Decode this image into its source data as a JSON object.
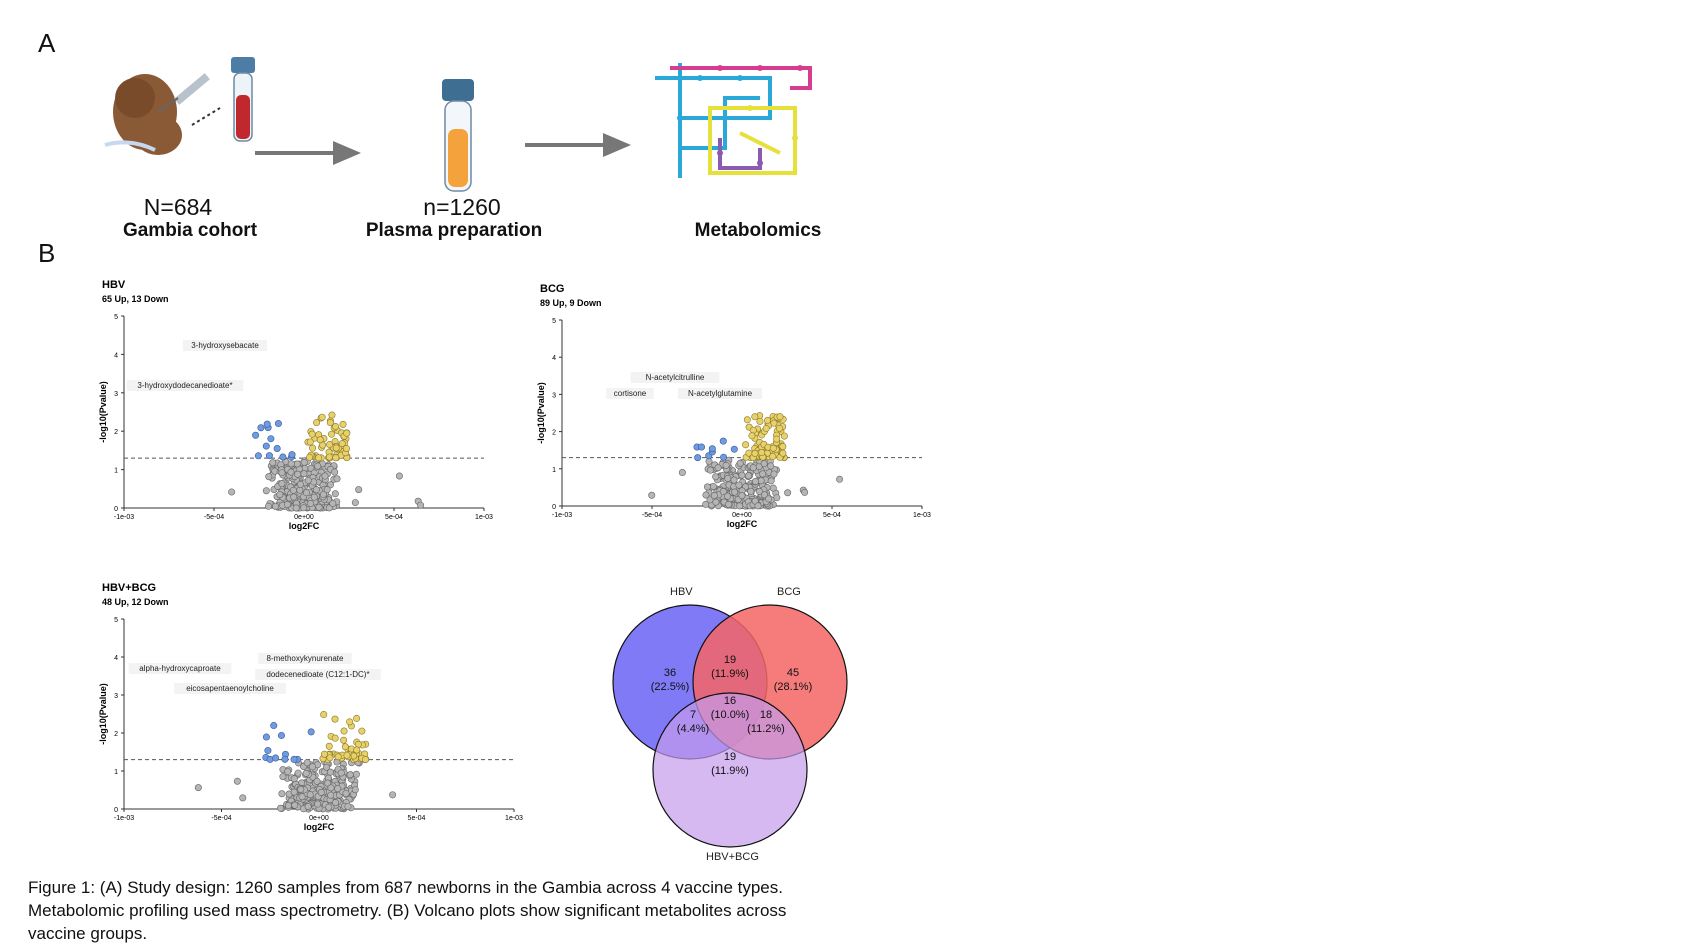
{
  "panel_a": {
    "letter": "A",
    "steps": [
      {
        "count": "N=684",
        "label": "Gambia cohort"
      },
      {
        "count": "n=1260",
        "label": "Plasma preparation"
      },
      {
        "count": "",
        "label": "Metabolomics"
      }
    ]
  },
  "panel_b": {
    "letter": "B"
  },
  "chart_data": [
    {
      "type": "scatter",
      "title": "HBV",
      "subtitle": "65 Up, 13 Down",
      "xlabel": "log2FC",
      "ylabel": "-log10(Pvalue)",
      "xlim": [
        -0.001,
        0.001
      ],
      "ylim": [
        0,
        5
      ],
      "xticks": [
        "-1e-03",
        "-5e-04",
        "0e+00",
        "5e-04",
        "1e-03"
      ],
      "yticks": [
        "0",
        "1",
        "2",
        "3",
        "4",
        "5"
      ],
      "threshold": 1.3,
      "annotations": [
        "3-hydroxysebacate",
        "3-hydroxydodecanedioate*"
      ],
      "up": 65,
      "down": 13
    },
    {
      "type": "scatter",
      "title": "BCG",
      "subtitle": "89 Up, 9 Down",
      "xlabel": "log2FC",
      "ylabel": "-log10(Pvalue)",
      "xlim": [
        -0.001,
        0.001
      ],
      "ylim": [
        0,
        5
      ],
      "xticks": [
        "-1e-03",
        "-5e-04",
        "0e+00",
        "5e-04",
        "1e-03"
      ],
      "yticks": [
        "0",
        "1",
        "2",
        "3",
        "4",
        "5"
      ],
      "threshold": 1.3,
      "annotations": [
        "N-acetylcitrulline",
        "cortisone",
        "N-acetylglutamine"
      ],
      "up": 89,
      "down": 9
    },
    {
      "type": "scatter",
      "title": "HBV+BCG",
      "subtitle": "48 Up, 12 Down",
      "xlabel": "log2FC",
      "ylabel": "-log10(Pvalue)",
      "xlim": [
        -0.001,
        0.001
      ],
      "ylim": [
        0,
        5
      ],
      "xticks": [
        "-1e-03",
        "-5e-04",
        "0e+00",
        "5e-04",
        "1e-03"
      ],
      "yticks": [
        "0",
        "1",
        "2",
        "3",
        "4",
        "5"
      ],
      "threshold": 1.3,
      "annotations": [
        "8-methoxykynurenate",
        "alpha-hydroxycaproate",
        "dodecenedioate (C12:1-DC)*",
        "eicosapentaenoylcholine"
      ],
      "up": 48,
      "down": 12
    }
  ],
  "venn": {
    "sets": [
      "HBV",
      "BCG",
      "HBV+BCG"
    ],
    "regions": [
      {
        "count": "36",
        "pct": "(22.5%)"
      },
      {
        "count": "19",
        "pct": "(11.9%)"
      },
      {
        "count": "45",
        "pct": "(28.1%)"
      },
      {
        "count": "16",
        "pct": "(10.0%)"
      },
      {
        "count": "7",
        "pct": "(4.4%)"
      },
      {
        "count": "18",
        "pct": "(11.2%)"
      },
      {
        "count": "19",
        "pct": "(11.9%)"
      }
    ],
    "colors": [
      "#6b63f5",
      "#f56565",
      "#c69bec"
    ]
  },
  "colors": {
    "up": "#e8d06a",
    "down": "#6f9be0",
    "ns": "#b5b5b5",
    "arrow": "#777777"
  },
  "caption": {
    "lines": [
      "Figure 1: (A) Study design: 1260 samples from 687 newborns in the Gambia across 4 vaccine types.",
      "Metabolomic profiling used mass spectrometry. (B) Volcano plots show significant metabolites across",
      "vaccine groups."
    ]
  }
}
